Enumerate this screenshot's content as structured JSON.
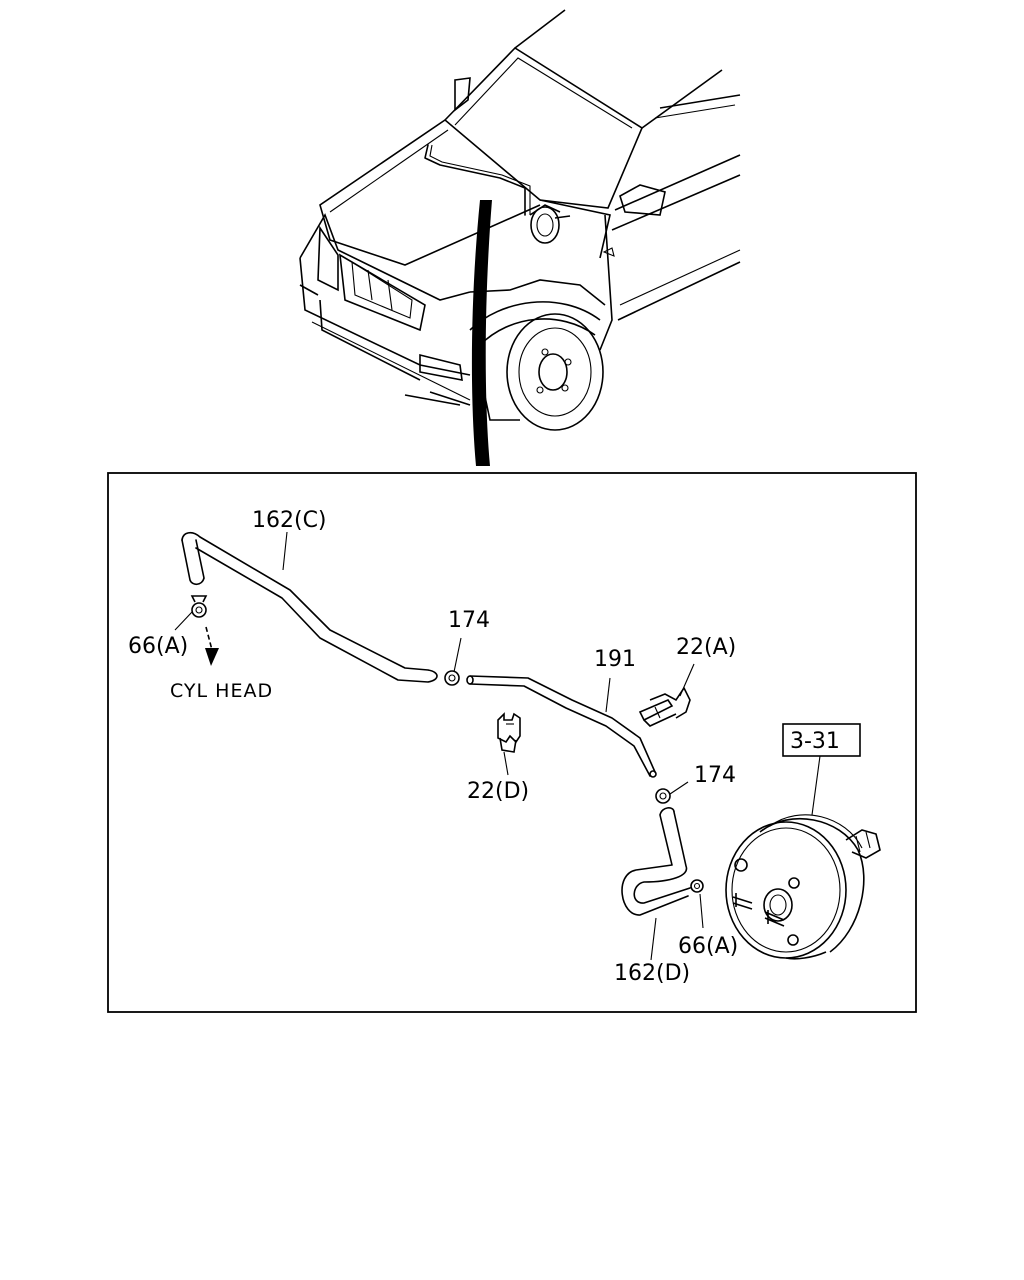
{
  "labels": {
    "hose_c": "162(C)",
    "clamp_a_left": "66(A)",
    "direction_note": "CYL HEAD",
    "clamp_174_top": "174",
    "pipe": "191",
    "clip_a": "22(A)",
    "clip_d": "22(D)",
    "clamp_174_right": "174",
    "ref_box": "3-31",
    "clamp_a_right": "66(A)",
    "hose_d": "162(D)"
  }
}
